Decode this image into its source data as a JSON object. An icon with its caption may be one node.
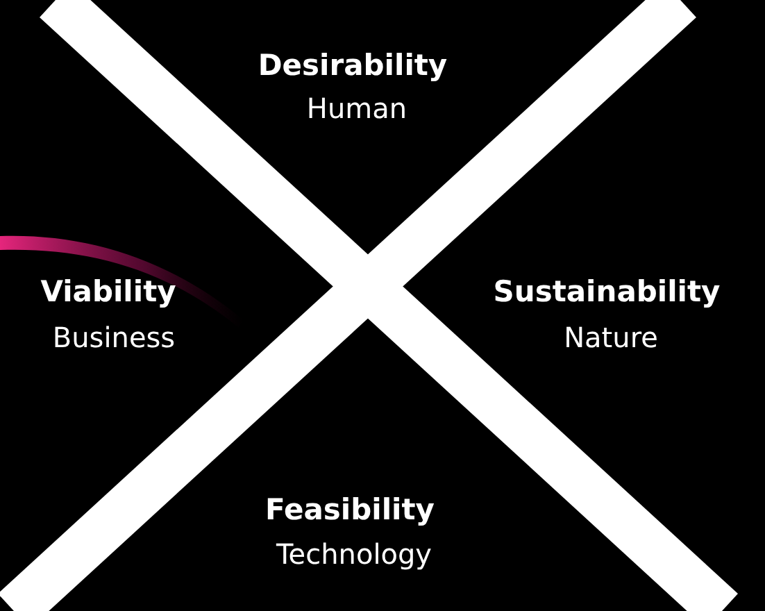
{
  "diagram": {
    "labels": [
      "Desirability",
      "Human",
      "Viability",
      "Business",
      "Sustainability",
      "Nature",
      "Feasibility",
      "Technology"
    ]
  }
}
